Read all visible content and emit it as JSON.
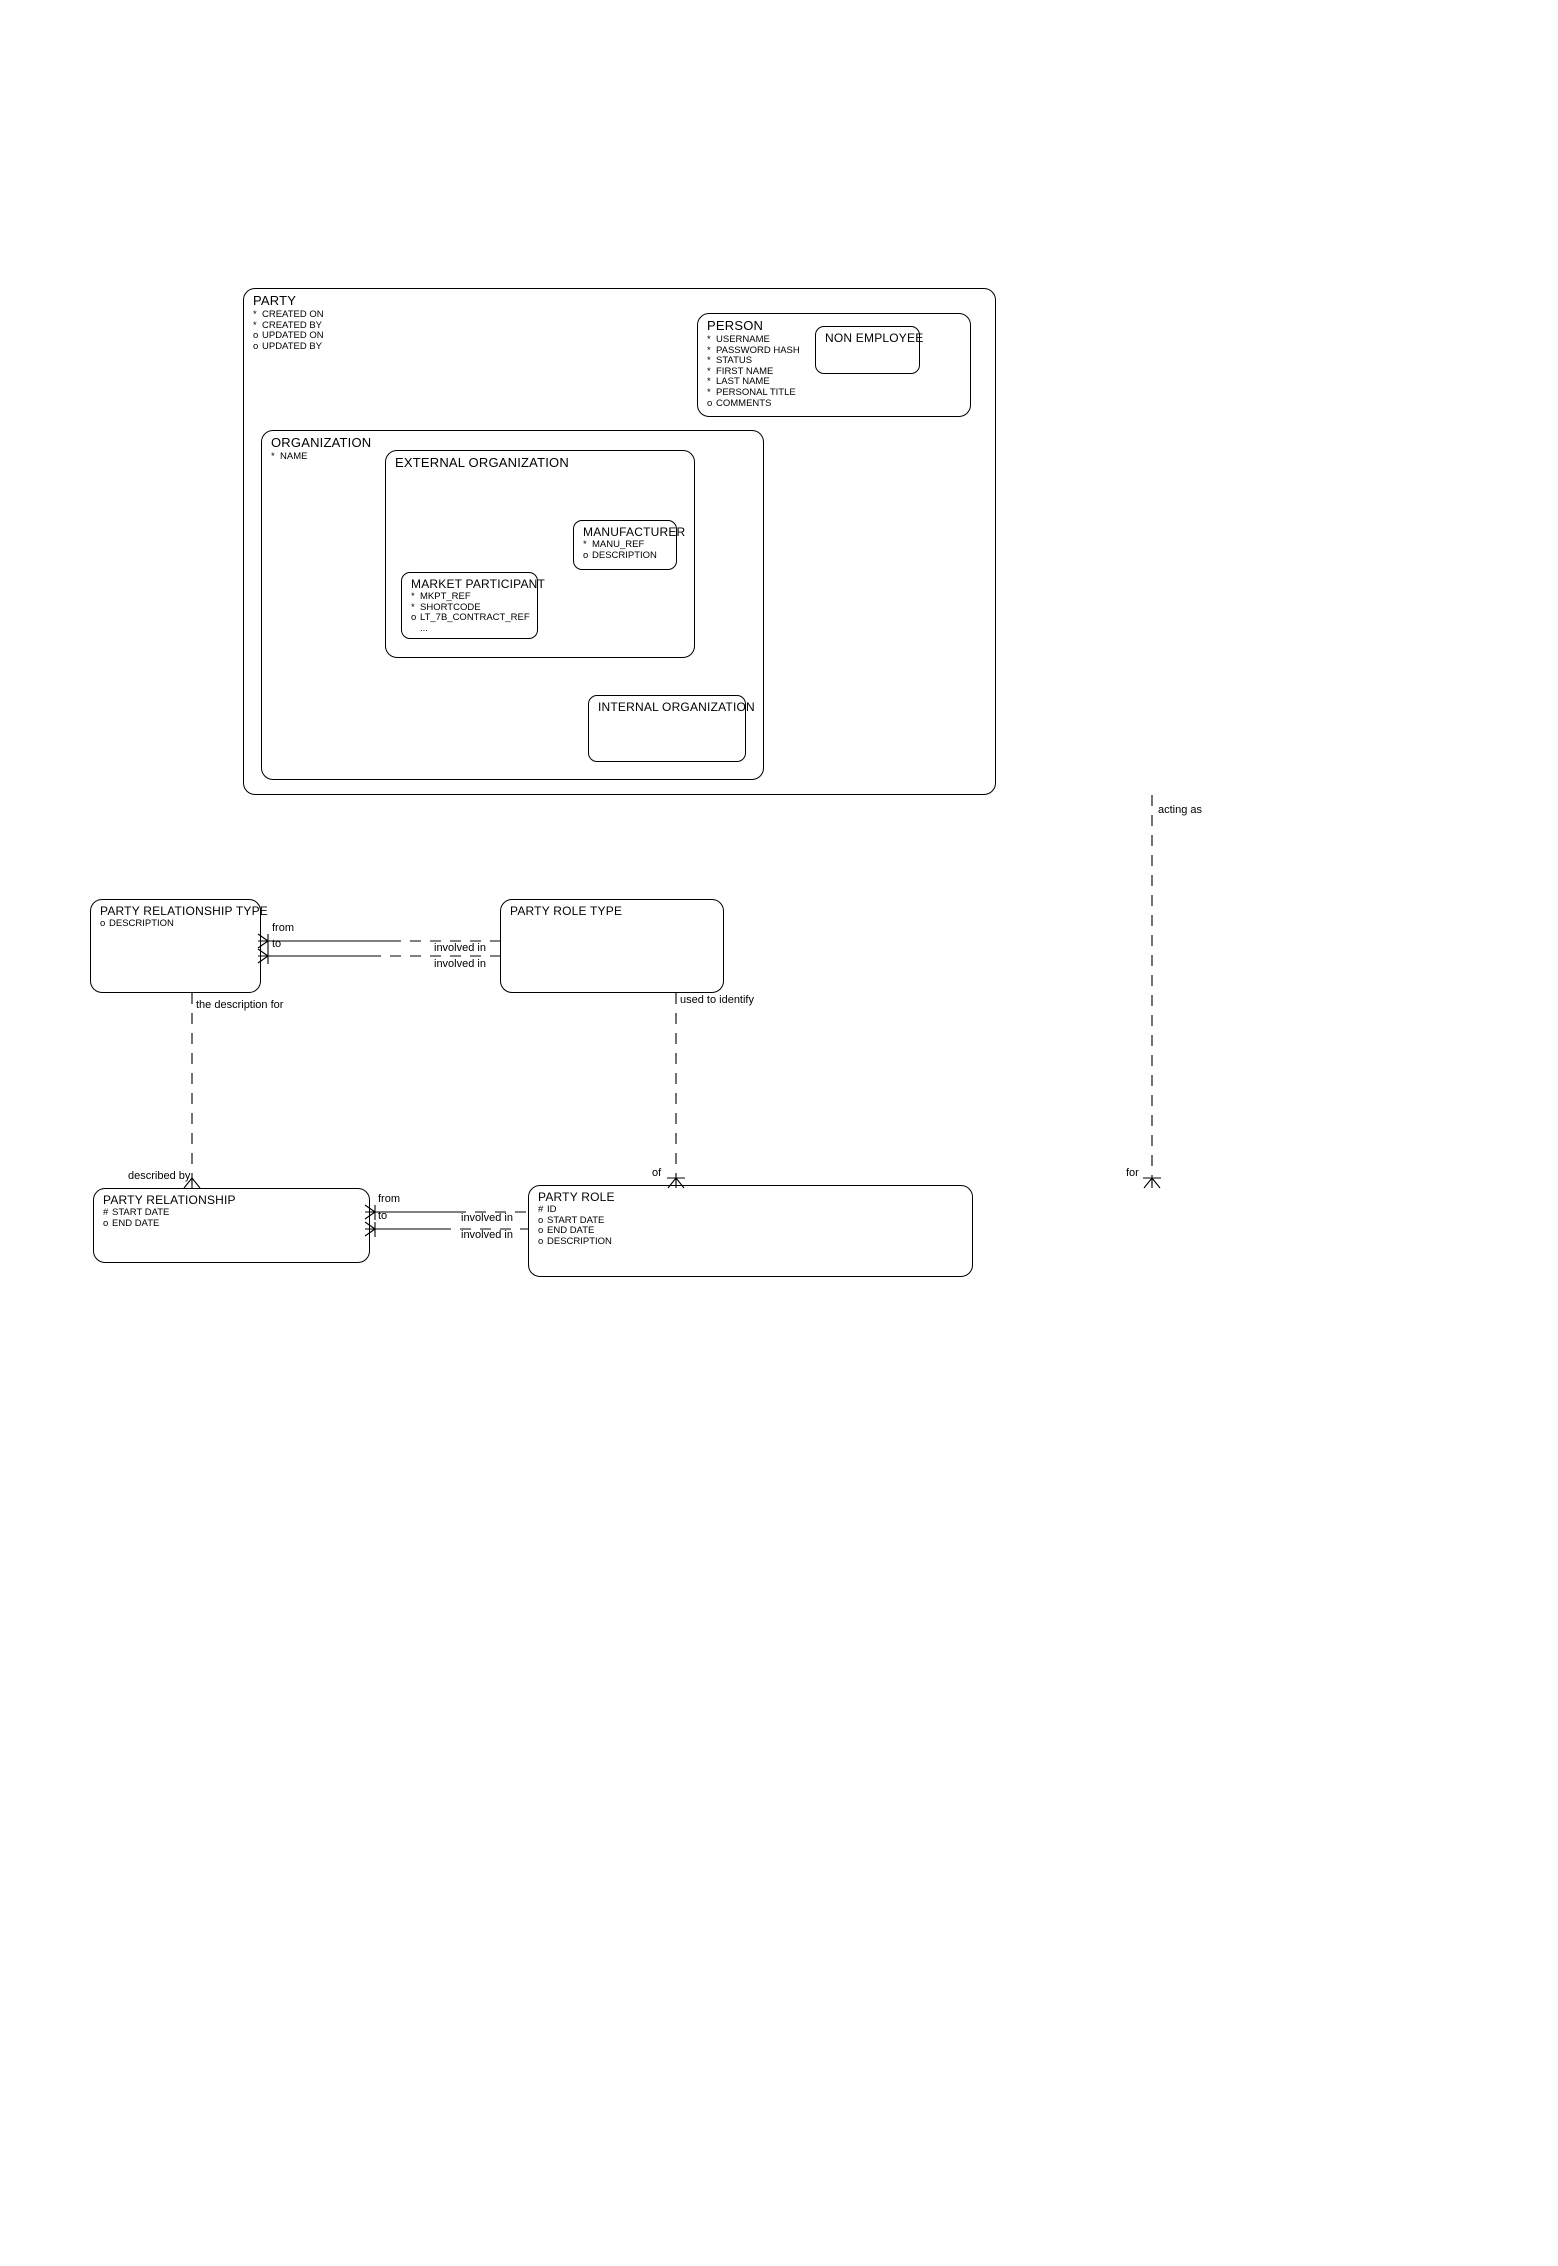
{
  "diagram": {
    "title": "Party ER Diagram",
    "notation": "barker",
    "line_color": "#000000",
    "background": "#ffffff"
  },
  "entities": [
    {
      "id": "party",
      "name": "PARTY",
      "attributes": [
        {
          "mark": "*",
          "label": "CREATED ON"
        },
        {
          "mark": "*",
          "label": "CREATED BY"
        },
        {
          "mark": "o",
          "label": "UPDATED ON"
        },
        {
          "mark": "o",
          "label": "UPDATED BY"
        }
      ]
    },
    {
      "id": "person",
      "name": "PERSON",
      "attributes": [
        {
          "mark": "*",
          "label": "USERNAME"
        },
        {
          "mark": "*",
          "label": "PASSWORD HASH"
        },
        {
          "mark": "*",
          "label": "STATUS"
        },
        {
          "mark": "*",
          "label": "FIRST NAME"
        },
        {
          "mark": "*",
          "label": "LAST NAME"
        },
        {
          "mark": "*",
          "label": "PERSONAL TITLE"
        },
        {
          "mark": "o",
          "label": "COMMENTS"
        }
      ]
    },
    {
      "id": "non-employee",
      "name": "NON EMPLOYEE",
      "attributes": []
    },
    {
      "id": "organization",
      "name": "ORGANIZATION",
      "attributes": [
        {
          "mark": "*",
          "label": "NAME"
        }
      ]
    },
    {
      "id": "external-organization",
      "name": "EXTERNAL ORGANIZATION",
      "attributes": []
    },
    {
      "id": "manufacturer",
      "name": "MANUFACTURER",
      "attributes": [
        {
          "mark": "*",
          "label": "MANU_REF"
        },
        {
          "mark": "o",
          "label": "DESCRIPTION"
        }
      ]
    },
    {
      "id": "market-participant",
      "name": "MARKET PARTICIPANT",
      "attributes": [
        {
          "mark": "*",
          "label": "MKPT_REF"
        },
        {
          "mark": "*",
          "label": "SHORTCODE"
        },
        {
          "mark": "o",
          "label": "LT_7B_CONTRACT_REF"
        },
        {
          "mark": "",
          "label": "..."
        }
      ]
    },
    {
      "id": "internal-organization",
      "name": "INTERNAL ORGANIZATION",
      "attributes": []
    },
    {
      "id": "party-relationship-type",
      "name": "PARTY RELATIONSHIP TYPE",
      "attributes": [
        {
          "mark": "o",
          "label": "DESCRIPTION"
        }
      ]
    },
    {
      "id": "party-role-type",
      "name": "PARTY ROLE TYPE",
      "attributes": []
    },
    {
      "id": "party-relationship",
      "name": "PARTY RELATIONSHIP",
      "attributes": [
        {
          "mark": "#",
          "label": "START DATE"
        },
        {
          "mark": "o",
          "label": "END DATE"
        }
      ]
    },
    {
      "id": "party-role",
      "name": "PARTY ROLE",
      "attributes": [
        {
          "mark": "#",
          "label": "ID"
        },
        {
          "mark": "o",
          "label": "START DATE"
        },
        {
          "mark": "o",
          "label": "END DATE"
        },
        {
          "mark": "o",
          "label": "DESCRIPTION"
        }
      ]
    }
  ],
  "relationship_labels": {
    "acting_as": "acting as",
    "from_top": "from",
    "to_top": "to",
    "involved_in_top_1": "involved in",
    "involved_in_top_2": "involved in",
    "the_description_for": "the description for",
    "used_to_identify": "used to identify",
    "described_by": "described by",
    "of": "of",
    "for": "for",
    "from_bottom": "from",
    "to_bottom": "to",
    "involved_in_bottom_1": "involved in",
    "involved_in_bottom_2": "involved in"
  }
}
